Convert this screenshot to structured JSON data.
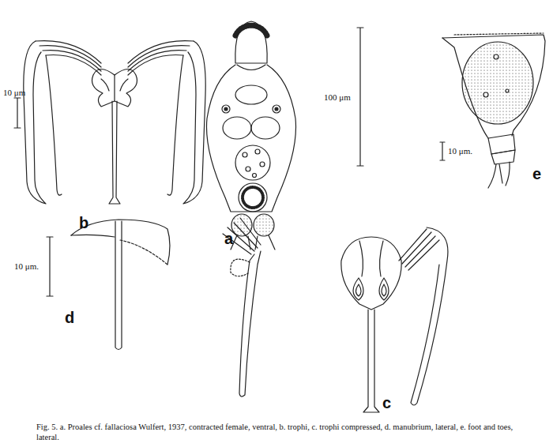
{
  "diagram": {
    "caption": "Fig. 5. a. Proales cf. fallaciosa Wulfert, 1937, contracted female, ventral, b. trophi, c. trophi compressed, d. manubrium, lateral, e. foot and toes, lateral.",
    "labels": [
      "10 μm",
      "b",
      "a",
      "100 μm",
      "e",
      "10 μm.",
      "d",
      "10 μm.",
      "c"
    ]
  }
}
